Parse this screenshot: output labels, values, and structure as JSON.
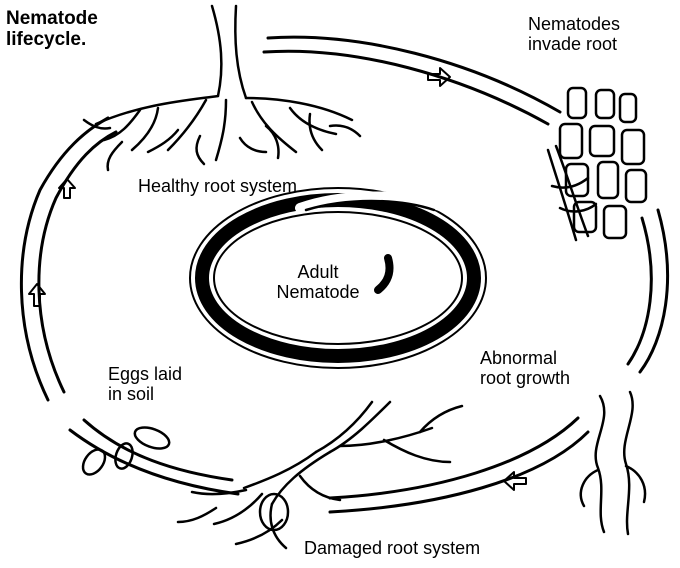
{
  "diagram": {
    "title_lines": [
      "Nematode",
      "lifecycle."
    ],
    "stages": {
      "healthy": "Healthy root system",
      "invade_lines": [
        "Nematodes",
        "invade root"
      ],
      "adult_lines": [
        "Adult",
        "Nematode"
      ],
      "abnormal_lines": [
        "Abnormal",
        "root growth"
      ],
      "damaged": "Damaged root system",
      "eggs_lines": [
        "Eggs laid",
        "in soil"
      ]
    }
  }
}
